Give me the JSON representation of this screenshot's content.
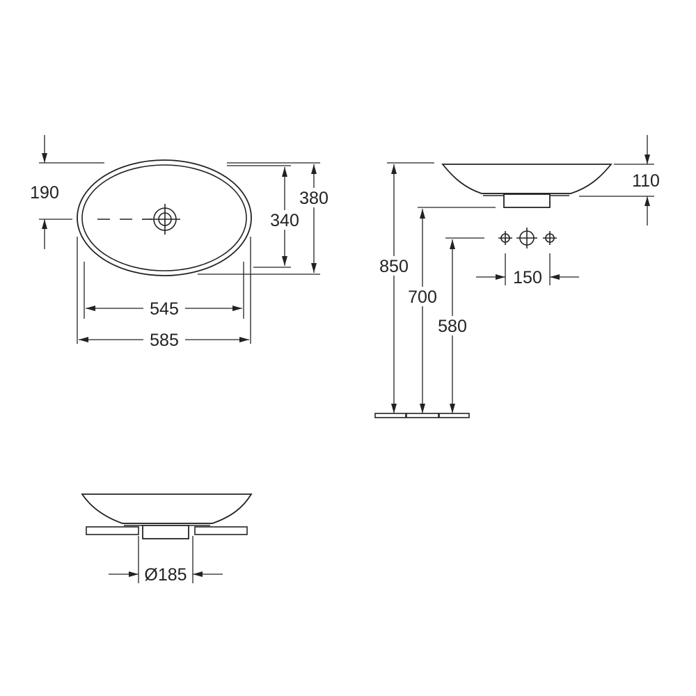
{
  "dimensions": {
    "top_hole_offset": "190",
    "inner_depth": "340",
    "outer_depth": "380",
    "inner_width": "545",
    "outer_width": "585",
    "bowl_height": "110",
    "rim_height": "850",
    "basin_floor_height": "700",
    "tap_height": "580",
    "tap_spacing": "150",
    "waste_diameter": "Ø185"
  }
}
